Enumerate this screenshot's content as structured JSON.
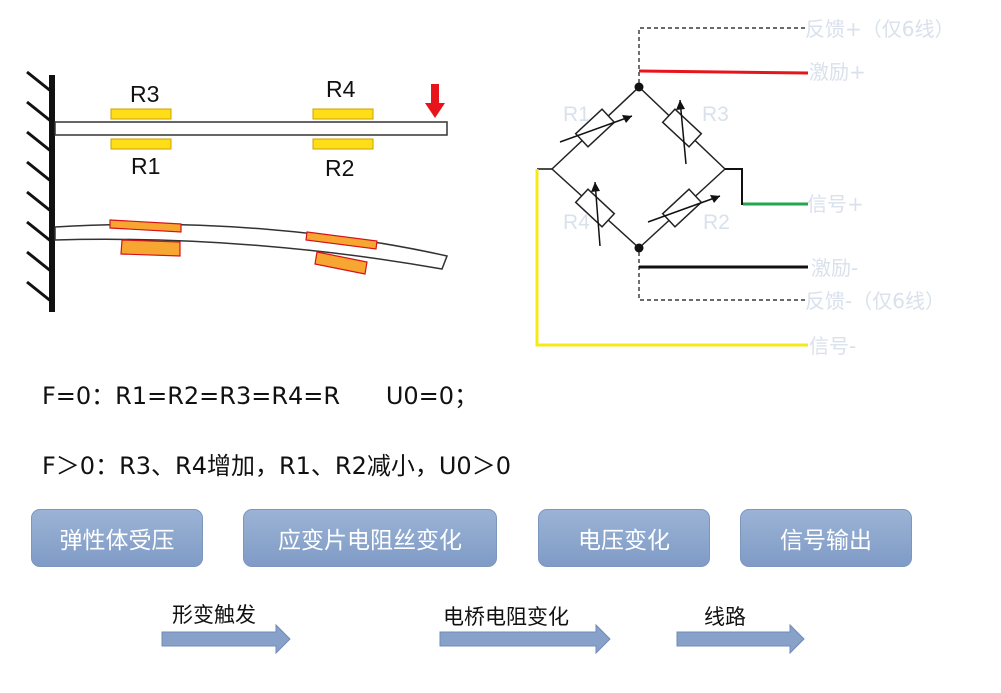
{
  "beam": {
    "labels": {
      "r3": "R3",
      "r4": "R4",
      "r1": "R1",
      "r2": "R2"
    }
  },
  "bridge": {
    "labels": {
      "r1": "R1",
      "r3": "R3",
      "r4": "R4",
      "r2": "R2"
    },
    "terminals": {
      "feedback_plus": "反馈+（仅6线）",
      "excite_plus": "激励+",
      "signal_plus": "信号+",
      "excite_minus": "激励-",
      "feedback_minus": "反馈-（仅6线）",
      "signal_minus": "信号-"
    },
    "colors": {
      "excite_plus": "#e8141b",
      "signal_plus": "#1fa84b",
      "excite_minus": "#111111",
      "signal_minus": "#f5ea18",
      "terminal_text": "#d9e1ec"
    }
  },
  "formulas": {
    "zero_force": "F=0：R1=R2=R3=R4=R      U0=0；",
    "positive_force": "F＞0：R3、R4增加，R1、R2减小，U0＞0"
  },
  "process": {
    "steps": [
      "弹性体受压",
      "应变片电阻丝变化",
      "电压变化",
      "信号输出"
    ],
    "transitions": [
      "形变触发",
      "电桥电阻变化",
      "线路"
    ]
  }
}
